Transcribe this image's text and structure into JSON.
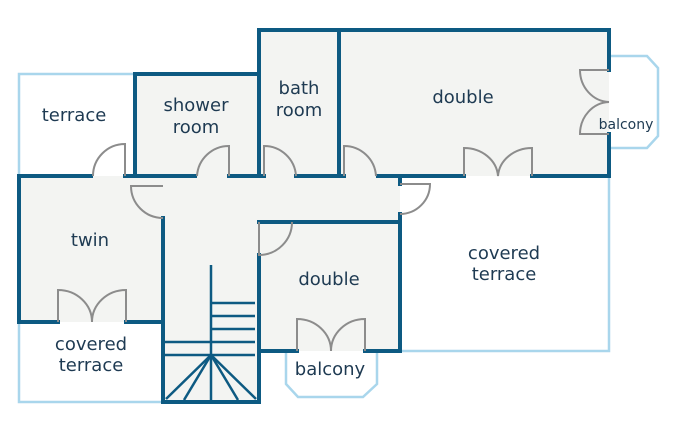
{
  "floor_plan": {
    "rooms": {
      "terrace_nw": {
        "label": "terrace"
      },
      "shower_room": {
        "line1": "shower",
        "line2": "room"
      },
      "bathroom": {
        "line1": "bath",
        "line2": "room"
      },
      "double_north": {
        "label": "double"
      },
      "balcony_east": {
        "label": "balcony"
      },
      "twin": {
        "label": "twin"
      },
      "covered_terrace_east": {
        "line1": "covered",
        "line2": "terrace"
      },
      "double_south": {
        "label": "double"
      },
      "covered_terrace_sw": {
        "line1": "covered",
        "line2": "terrace"
      },
      "balcony_south": {
        "label": "balcony"
      }
    },
    "colors": {
      "wall": "#0d5a82",
      "exterior_outline": "#a9d6ec",
      "floor": "#f3f4f2",
      "door": "#8c8c8c",
      "label": "#1e3a52"
    }
  }
}
